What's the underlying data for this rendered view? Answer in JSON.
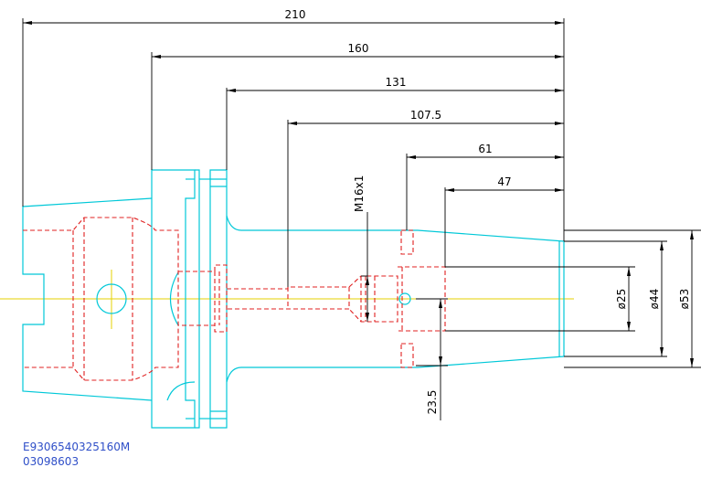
{
  "colors": {
    "outline": "#00c8d8",
    "hidden": "#e02020",
    "centerline": "#e6d200",
    "dimension": "#000000",
    "code": "#2f4fc8"
  },
  "dimensions": {
    "d210": "210",
    "d160": "160",
    "d131": "131",
    "d107_5": "107.5",
    "d61": "61",
    "d47": "47",
    "thread": "M16x1",
    "dia25": "ø25",
    "dia44": "ø44",
    "dia53": "ø53",
    "d23_5": "23.5"
  },
  "part_code": {
    "line1": "E9306540325160M",
    "line2": "03098603"
  }
}
